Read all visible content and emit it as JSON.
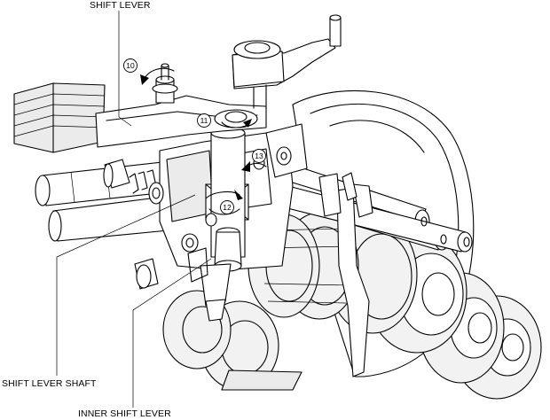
{
  "labels": {
    "shift_lever": "SHIFT LEVER",
    "shift_lever_shaft": "SHIFT LEVER SHAFT",
    "inner_shift_lever": "INNER SHIFT LEVER"
  },
  "steps": [
    {
      "number": "10"
    },
    {
      "number": "11"
    },
    {
      "number": "12"
    },
    {
      "number": "13"
    }
  ]
}
